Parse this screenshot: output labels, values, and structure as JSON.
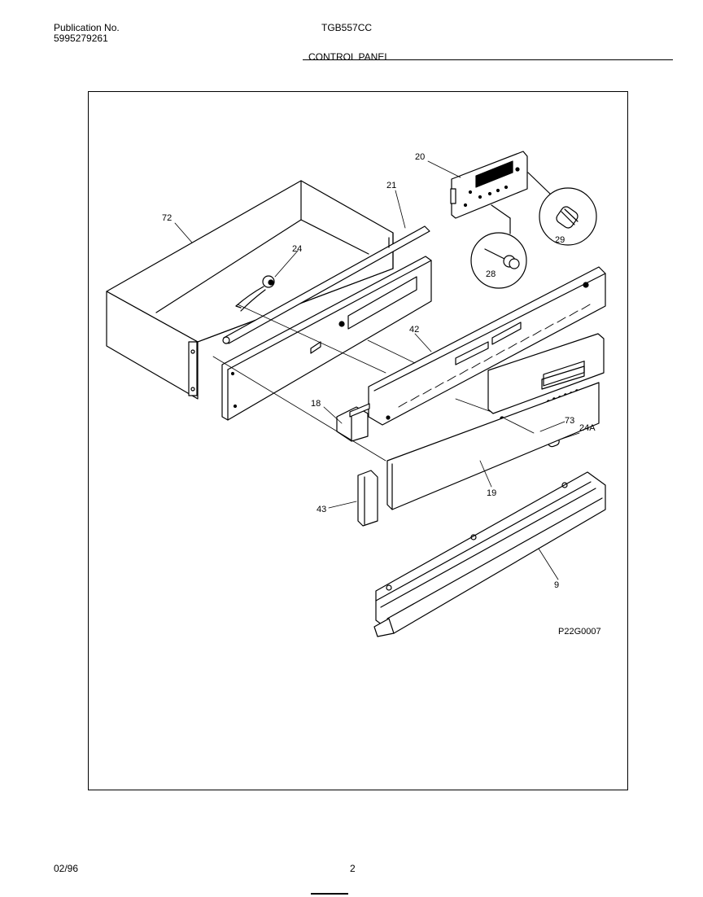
{
  "header": {
    "publication_label": "Publication No.",
    "publication_number": "5995279261",
    "model": "TGB557CC",
    "section_title": "CONTROL PANEL"
  },
  "diagram": {
    "part_labels": {
      "p72": "72",
      "p24": "24",
      "p21": "21",
      "p20": "20",
      "p29": "29",
      "p28": "28",
      "p42": "42",
      "p18": "18",
      "p73": "73",
      "p24a": "24A",
      "p19": "19",
      "p43": "43",
      "p9": "9"
    },
    "drawing_number": "P22G0007"
  },
  "footer": {
    "date": "02/96",
    "page": "2"
  }
}
